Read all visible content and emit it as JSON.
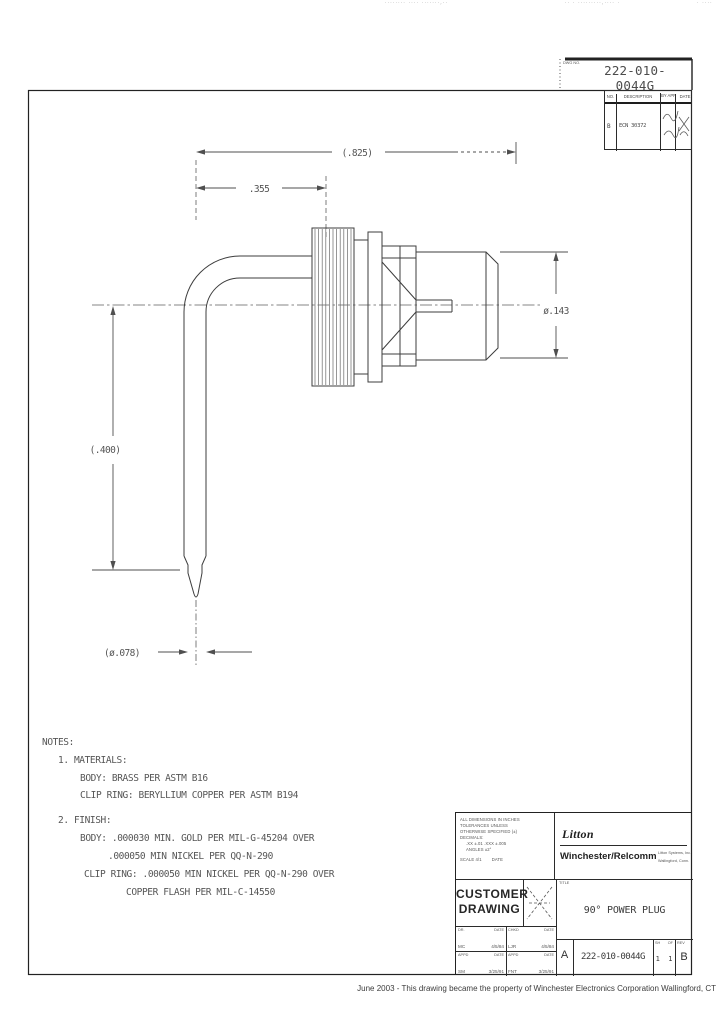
{
  "page": {
    "top_fragments": [
      "········ ···· ·······,··",
      "·· · ·········,···· ·",
      "· ····"
    ],
    "footer_caption": "June 2003 - This drawing became the property of Winchester Electronics Corporation  Wallingford, CT"
  },
  "header": {
    "dwg_label": "DWG NO.",
    "drawing_number": "222-010-0044G"
  },
  "revision_table": {
    "col_no": "NO.",
    "col_desc": "DESCRIPTION",
    "col_by": "BY APP",
    "col_date": "DATE",
    "row": {
      "no": "B",
      "desc": "ECN 30372"
    }
  },
  "dimensions": {
    "overall_length": "(.825)",
    "body_length": ".355",
    "barrel_diameter": "ø.143",
    "leg_length": "(.400)",
    "tip_diameter": "(ø.078)"
  },
  "notes": {
    "lines": [
      "NOTES:",
      "1. MATERIALS:",
      "BODY: BRASS PER ASTM B16",
      "CLIP RING: BERYLLIUM COPPER PER ASTM B194",
      "2. FINISH:",
      "BODY: .000030 MIN. GOLD PER MIL-G-45204 OVER",
      ".000050 MIN NICKEL PER QQ-N-290",
      "CLIP RING: .000050 MIN NICKEL PER QQ-N-290 OVER",
      "COPPER FLASH PER MIL-C-14550"
    ]
  },
  "title_block": {
    "tolerance_lines": [
      "ALL DIMENSIONS IN INCHES",
      "TOLERANCES UNLESS",
      "OTHERWISE SPECIFIED (±)",
      "DECIMALS:",
      ".XX ±.01   .XXX ±.005",
      "ANGLES ±2°",
      "SCALE 4/1        DATE"
    ],
    "logo_text": "Litton",
    "brand_text": "Winchester/Relcomm",
    "brand_sub_1": "Litton Systems, Inc.",
    "brand_sub_2": "Wallingford, Conn.",
    "customer_drawing_1": "CUSTOMER",
    "customer_drawing_2": "DRAWING",
    "title_label": "TITLE",
    "part_title": "90° POWER PLUG",
    "approvals": [
      {
        "tl": "DR.",
        "tr": "DATE",
        "bl": "MC",
        "br": "4/5/84"
      },
      {
        "tl": "CHKD",
        "tr": "DATE",
        "bl": "LJR",
        "br": "4/5/84"
      },
      {
        "tl": "APPD",
        "tr": "DATE",
        "bl": "SM",
        "br": "3/25/91"
      },
      {
        "tl": "APPD",
        "tr": "DATE",
        "bl": "FNT",
        "br": "3/25/91"
      }
    ],
    "size_letter": "A",
    "part_number": "222-010-0044G",
    "sheet_label_left": "SH",
    "sheet_label_right": "OF",
    "sheet_value": "1  1",
    "rev_label": "REV",
    "rev_value": "B"
  }
}
